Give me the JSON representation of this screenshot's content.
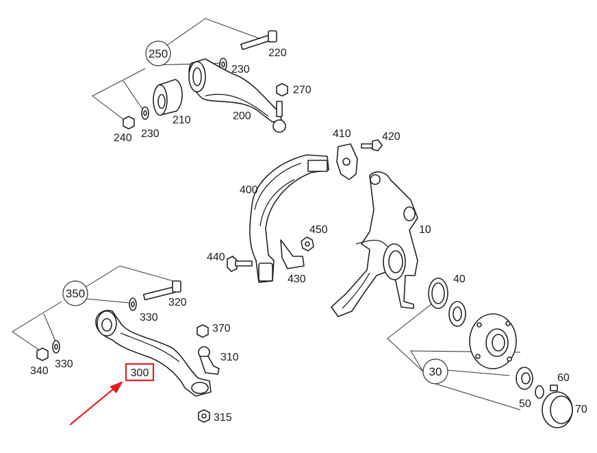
{
  "highlight_color": "#e31e24",
  "group_callouts": {
    "c250": "250",
    "c350": "350",
    "c30": "30"
  },
  "part_labels": {
    "p220": "220",
    "p230a": "230",
    "p270": "270",
    "p200": "200",
    "p210": "210",
    "p240": "240",
    "p230b": "230",
    "p410": "410",
    "p420": "420",
    "p400": "400",
    "p450": "450",
    "p440": "440",
    "p430": "430",
    "p10": "10",
    "p40": "40",
    "p320": "320",
    "p330a": "330",
    "p370": "370",
    "p310": "310",
    "p340": "340",
    "p330b": "330",
    "p300": "300",
    "p315": "315",
    "p60": "60",
    "p50": "50",
    "p70": "70"
  },
  "highlighted_part": "300",
  "icons": [
    "arrow-icon"
  ]
}
